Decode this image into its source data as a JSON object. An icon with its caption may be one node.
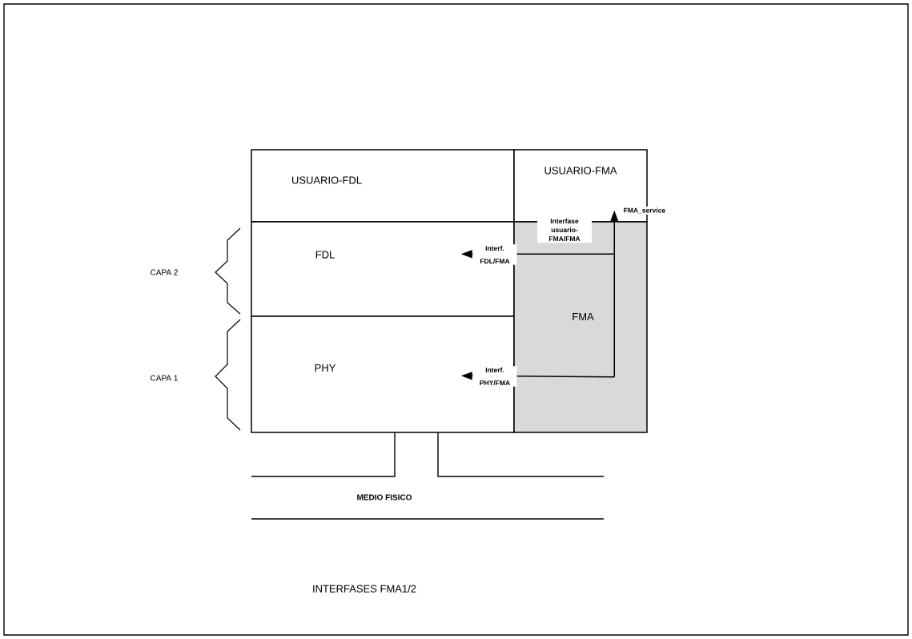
{
  "diagram": {
    "caption": "INTERFASES FMA1/2",
    "nodes": [
      {
        "text": [
          "USUARIO-FDL"
        ]
      },
      {
        "text": [
          "USUARIO-FMA"
        ]
      },
      {
        "text": [
          "FDL"
        ]
      },
      {
        "text": [
          "PHY"
        ]
      },
      {
        "text": [
          "FMA"
        ]
      }
    ],
    "edges": [
      {
        "from": 4,
        "to": 1,
        "arrow": "to",
        "label": "FMA_service"
      },
      {
        "from": 4,
        "to": 2,
        "arrow": "to",
        "label": "Interf. FDL/FMA"
      },
      {
        "from": 4,
        "to": 3,
        "arrow": "to",
        "label": "Interf. PHY/FMA"
      }
    ],
    "labels": [
      "Interfase usuario-FMA/FMA",
      "CAPA 2",
      "CAPA 1",
      "MEDIO FISICO"
    ]
  }
}
